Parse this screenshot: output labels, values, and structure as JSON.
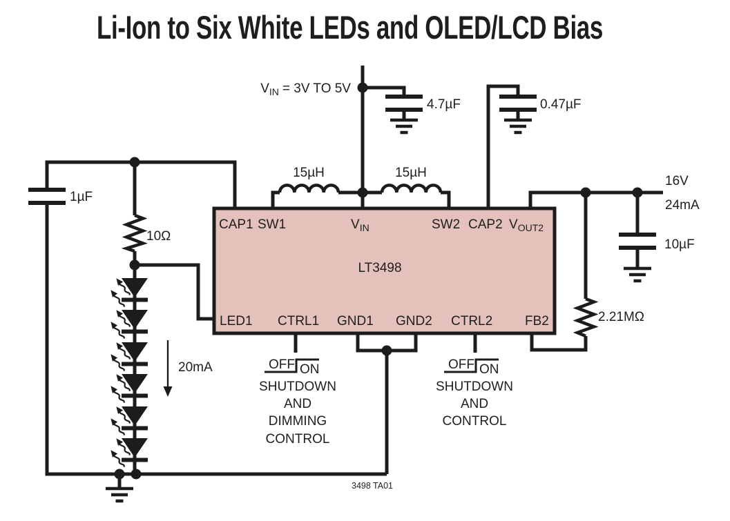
{
  "title": "Li-Ion to Six White LEDs and OLED/LCD Bias",
  "figure_id": "3498 TA01",
  "colors": {
    "ic_fill": "#e4c1ba",
    "line": "#1c1c1c",
    "background": "#ffffff"
  },
  "power": {
    "vin_v": "V",
    "vin_sub": "IN",
    "vin_rest": "= 3V TO 5V"
  },
  "output": {
    "voltage": "16V",
    "current": "24mA"
  },
  "led_branch": {
    "current": "20mA",
    "led_count": 6
  },
  "components": {
    "c_in": "4.7µF",
    "c_cap2": "0.47µF",
    "c_left": "1µF",
    "c_out": "10µF",
    "r_led": "10Ω",
    "r_fb": "2.21MΩ",
    "l1": "15µH",
    "l2": "15µH"
  },
  "ic": {
    "name": "LT3498",
    "pins": {
      "cap1": "CAP1",
      "sw1": "SW1",
      "vin_main": "V",
      "vin_sub": "IN",
      "sw2": "SW2",
      "cap2": "CAP2",
      "vout2_main": "V",
      "vout2_sub": "OUT2",
      "led1": "LED1",
      "ctrl1": "CTRL1",
      "gnd1": "GND1",
      "gnd2": "GND2",
      "ctrl2": "CTRL2",
      "fb2": "FB2"
    }
  },
  "ctrl1": {
    "off": "OFF",
    "on": "ON",
    "lines": [
      "SHUTDOWN",
      "AND",
      "DIMMING",
      "CONTROL"
    ]
  },
  "ctrl2": {
    "off": "OFF",
    "on": "ON",
    "lines": [
      "SHUTDOWN",
      "AND",
      "CONTROL"
    ]
  }
}
